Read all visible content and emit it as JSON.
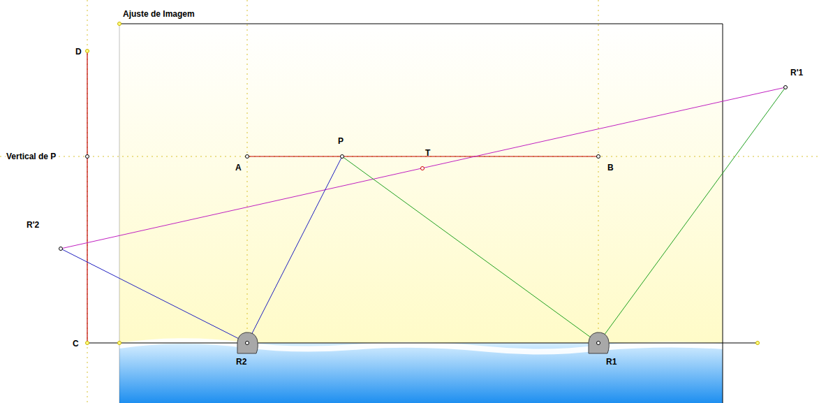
{
  "diagram": {
    "labels": [
      "Ajuste de Imagem",
      "D",
      "Vertical de P",
      "R'1",
      "P",
      "T",
      "A",
      "B",
      "R'2",
      "C",
      "R2",
      "R1"
    ]
  }
}
